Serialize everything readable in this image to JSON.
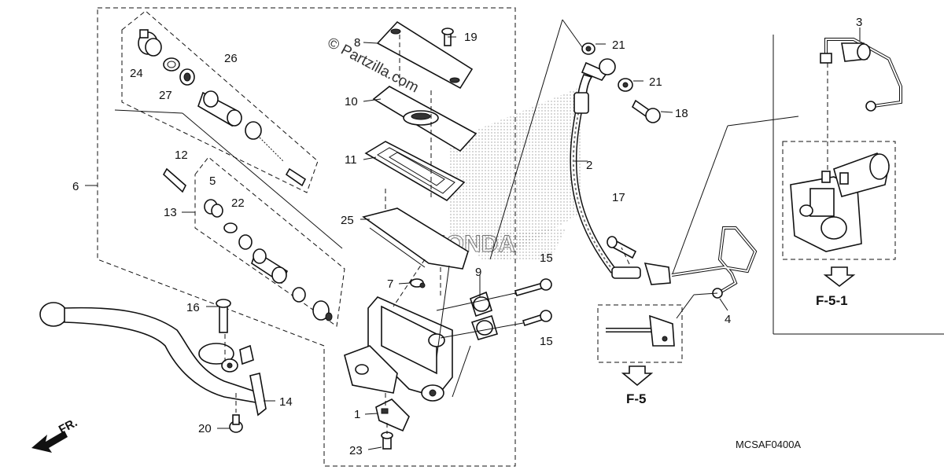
{
  "watermark": "© Partzilla.com",
  "diagram_code": "MCSAF0400A",
  "front_indicator": "FR.",
  "references": {
    "f5": "F-5",
    "f51": "F-5-1"
  },
  "callouts": {
    "c1": "1",
    "c2": "2",
    "c3": "3",
    "c4": "4",
    "c5": "5",
    "c6": "6",
    "c7": "7",
    "c8": "8",
    "c9": "9",
    "c10": "10",
    "c11": "11",
    "c12": "12",
    "c13": "13",
    "c14": "14",
    "c15a": "15",
    "c15b": "15",
    "c16": "16",
    "c17": "17",
    "c18": "18",
    "c19": "19",
    "c20": "20",
    "c21a": "21",
    "c21b": "21",
    "c22": "22",
    "c23": "23",
    "c24": "24",
    "c25": "25",
    "c26": "26",
    "c27": "27"
  },
  "colors": {
    "line": "#111111",
    "background": "#ffffff"
  }
}
